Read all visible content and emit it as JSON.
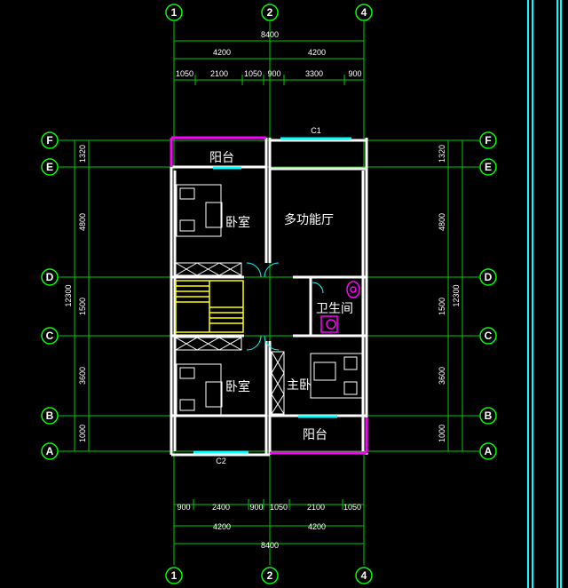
{
  "axes": {
    "top": [
      "1",
      "2",
      "4"
    ],
    "bottom": [
      "1",
      "2",
      "4"
    ],
    "left": [
      "F",
      "E",
      "D",
      "C",
      "B",
      "A"
    ],
    "right": [
      "F",
      "E",
      "D",
      "C",
      "B",
      "A"
    ]
  },
  "dimensions": {
    "top_total": "8400",
    "top_mid": [
      "4200",
      "4200"
    ],
    "top_detail": [
      "1050",
      "2100",
      "1050",
      "900",
      "3300",
      "900"
    ],
    "bottom_detail": [
      "900",
      "2400",
      "900",
      "1050",
      "2100",
      "1050"
    ],
    "bottom_mid": [
      "4200",
      "4200"
    ],
    "bottom_total": "8400",
    "left_detail": [
      "1320",
      "4800",
      "1500",
      "3600",
      "1000"
    ],
    "left_total": "12300",
    "right_detail": [
      "1320",
      "4800",
      "1500",
      "3600",
      "1000"
    ],
    "right_total": "12300"
  },
  "rooms": {
    "balcony_top": "阳台",
    "bedroom_top": "卧室",
    "multi_hall": "多功能厅",
    "bathroom": "卫生间",
    "bedroom_bottom": "卧室",
    "master_bedroom": "主卧",
    "balcony_bottom": "阳台"
  },
  "window_tags": {
    "c1": "C1",
    "c2": "C2"
  },
  "colors": {
    "background": "#000000",
    "axis": "#00ff00",
    "walls": "#ffffff",
    "frame": "#00ffff",
    "balcony": "#ff00ff",
    "stairs": "#ffff00",
    "fixtures": "#ff00ff",
    "grid": "#00ff00"
  }
}
